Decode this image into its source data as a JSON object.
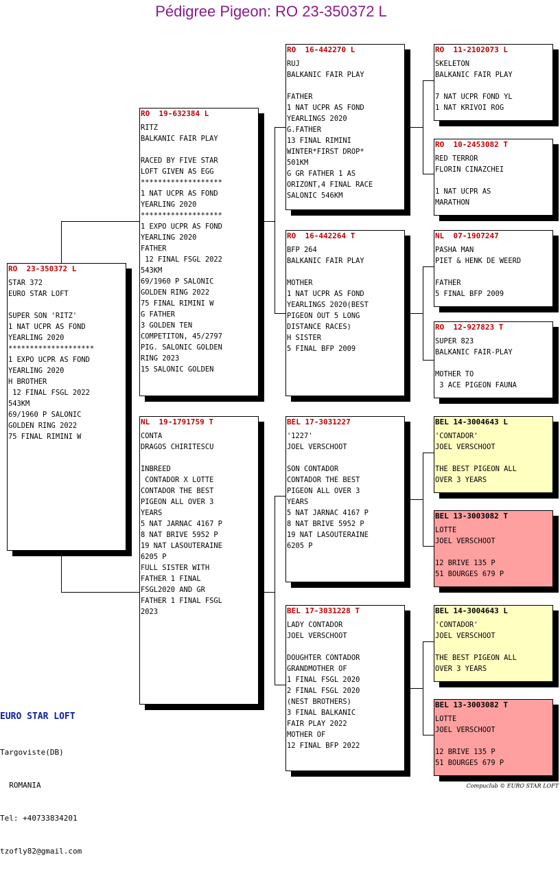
{
  "title": "Pédigree Pigeon: RO  23-350372 L",
  "pigeons": {
    "subject": {
      "ring": "RO  23-350372 L",
      "ring_color": "red",
      "lines": [
        "STAR 372",
        "EURO STAR LOFT",
        "",
        "SUPER SON 'RITZ'",
        "1 NAT UCPR AS FOND",
        "YEARLING 2020",
        "********************",
        "1 EXPO UCPR AS FOND",
        "YEARLING 2020",
        "H BROTHER",
        " 12 FINAL FSGL 2022",
        "543KM",
        "69/1960 P SALONIC",
        "GOLDEN RING 2022",
        "75 FINAL RIMINI W"
      ]
    },
    "sire": {
      "ring": "RO  19-632384 L",
      "ring_color": "red",
      "lines": [
        "RITZ",
        "BALKANIC FAIR PLAY",
        "",
        "RACED BY FIVE STAR",
        "LOFT GIVEN AS EGG",
        "*******************",
        "1 NAT UCPR AS FOND",
        "YEARLING 2020",
        "*******************",
        "1 EXPO UCPR AS FOND",
        "YEARLING 2020",
        "FATHER",
        " 12 FINAL FSGL 2022",
        "543KM",
        "69/1960 P SALONIC",
        "GOLDEN RING 2022",
        "75 FINAL RIMINI W",
        "G FATHER",
        "3 GOLDEN TEN",
        "COMPETITON, 45/2797",
        "PIG. SALONIC GOLDEN",
        "RING 2023",
        "15 SALONIC GOLDEN"
      ]
    },
    "dam": {
      "ring": "NL  19-1791759 T",
      "ring_color": "red",
      "lines": [
        "CONTA",
        "DRAGOS CHIRITESCU",
        "",
        "INBREED",
        " CONTADOR X LOTTE",
        "CONTADOR THE BEST",
        "PIGEON ALL OVER 3",
        "YEARS",
        "5 NAT JARNAC 4167 P",
        "8 NAT BRIVE 5952 P",
        "19 NAT LASOUTERAINE",
        "6205 P",
        "FULL SISTER WITH",
        "FATHER 1 FINAL",
        "FSGL2020 AND GR",
        "FATHER 1 FINAL FSGL",
        "2023"
      ]
    },
    "ss": {
      "ring": "RO  16-442270 L",
      "ring_color": "red",
      "lines": [
        "RUJ",
        "BALKANIC FAIR PLAY",
        "",
        "FATHER",
        "1 NAT UCPR AS FOND",
        "YEARLINGS 2020",
        "G.FATHER",
        "13 FINAL RIMINI",
        "WINTER*FIRST DROP*",
        "501KM",
        "G GR FATHER 1 AS",
        "ORIZONT,4 FINAL RACE",
        "SALONIC 546KM"
      ]
    },
    "sd": {
      "ring": "RO  16-442264 T",
      "ring_color": "red",
      "lines": [
        "BFP 264",
        "BALKANIC FAIR PLAY",
        "",
        "MOTHER",
        "1 NAT UCPR AS FOND",
        "YEARLINGS 2020(BEST",
        "PIGEON OUT 5 LONG",
        "DISTANCE RACES)",
        "H SISTER",
        "5 FINAL BFP 2009"
      ]
    },
    "ds": {
      "ring": "BEL 17-3031227",
      "ring_color": "red",
      "lines": [
        "'1227'",
        "JOEL VERSCHOOT",
        "",
        "SON CONTADOR",
        "CONTADOR THE BEST",
        "PIGEON ALL OVER 3",
        "YEARS",
        "5 NAT JARNAC 4167 P",
        "8 NAT BRIVE 5952 P",
        "19 NAT LASOUTERAINE",
        "6205 P"
      ]
    },
    "dd": {
      "ring": "BEL 17-3031228 T",
      "ring_color": "red",
      "lines": [
        "LADY CONTADOR",
        "JOEL VERSCHOOT",
        "",
        "DOUGHTER CONTADOR",
        "GRANDMOTHER OF",
        "1 FINAL FSGL 2020",
        "2 FINAL FSGL 2020",
        "(NEST BROTHERS)",
        "3 FINAL BALKANIC",
        "FAIR PLAY 2022",
        "MOTHER OF",
        "12 FINAL BFP 2022"
      ]
    },
    "sss": {
      "ring": "RO  11-2102073 L",
      "ring_color": "red",
      "lines": [
        "SKELETON",
        "BALKANIC FAIR PLAY",
        "",
        "7 NAT UCPR FOND YL",
        "1 NAT KRIVOI ROG"
      ]
    },
    "ssd": {
      "ring": "RO  10-2453082 T",
      "ring_color": "red",
      "lines": [
        "RED TERROR",
        "FLORIN CINAZCHEI",
        "",
        "1 NAT UCPR AS",
        "MARATHON"
      ]
    },
    "sds": {
      "ring": "NL  07-1907247",
      "ring_color": "red",
      "lines": [
        "PASHA MAN",
        "PIET & HENK DE WEERD",
        "",
        "FATHER",
        "5 FINAL BFP 2009"
      ]
    },
    "sdd": {
      "ring": "RO  12-927823 T",
      "ring_color": "red",
      "lines": [
        "SUPER 823",
        "BALKANIC FAIR-PLAY",
        "",
        "MOTHER TO",
        " 3 ACE PIGEON FAUNA"
      ]
    },
    "dss": {
      "ring": "BEL 14-3004643 L",
      "ring_color": "black",
      "bg": "yellow",
      "lines": [
        "'CONTADOR'",
        "JOEL VERSCHOOT",
        "",
        "THE BEST PIGEON ALL",
        "OVER 3 YEARS"
      ]
    },
    "dsd": {
      "ring": "BEL 13-3003082 T",
      "ring_color": "black",
      "bg": "pink",
      "lines": [
        "LOTTE",
        "JOEL VERSCHOOT",
        "",
        "12 BRIVE 135 P",
        "51 BOURGES 679 P"
      ]
    },
    "dds": {
      "ring": "BEL 14-3004643 L",
      "ring_color": "black",
      "bg": "yellow",
      "lines": [
        "'CONTADOR'",
        "JOEL VERSCHOOT",
        "",
        "THE BEST PIGEON ALL",
        "OVER 3 YEARS"
      ]
    },
    "ddd": {
      "ring": "BEL 13-3003082 T",
      "ring_color": "black",
      "bg": "pink",
      "lines": [
        "LOTTE",
        "JOEL VERSCHOOT",
        "",
        "12 BRIVE 135 P",
        "51 BOURGES 679 P"
      ]
    }
  },
  "owner": {
    "name": "EURO STAR LOFT",
    "lines": [
      "Targoviste(DB)",
      "  ROMANIA",
      "Tel: +40733834201",
      "tzofly82@gmail.com"
    ]
  },
  "footer": "Compuclub © EURO STAR LOFT",
  "colors": {
    "title": "#8b1a8b",
    "ring_red": "#c00000",
    "owner": "#0b1fa0",
    "yellow_bg": "#ffffc0",
    "pink_bg": "#ffa0a0"
  }
}
